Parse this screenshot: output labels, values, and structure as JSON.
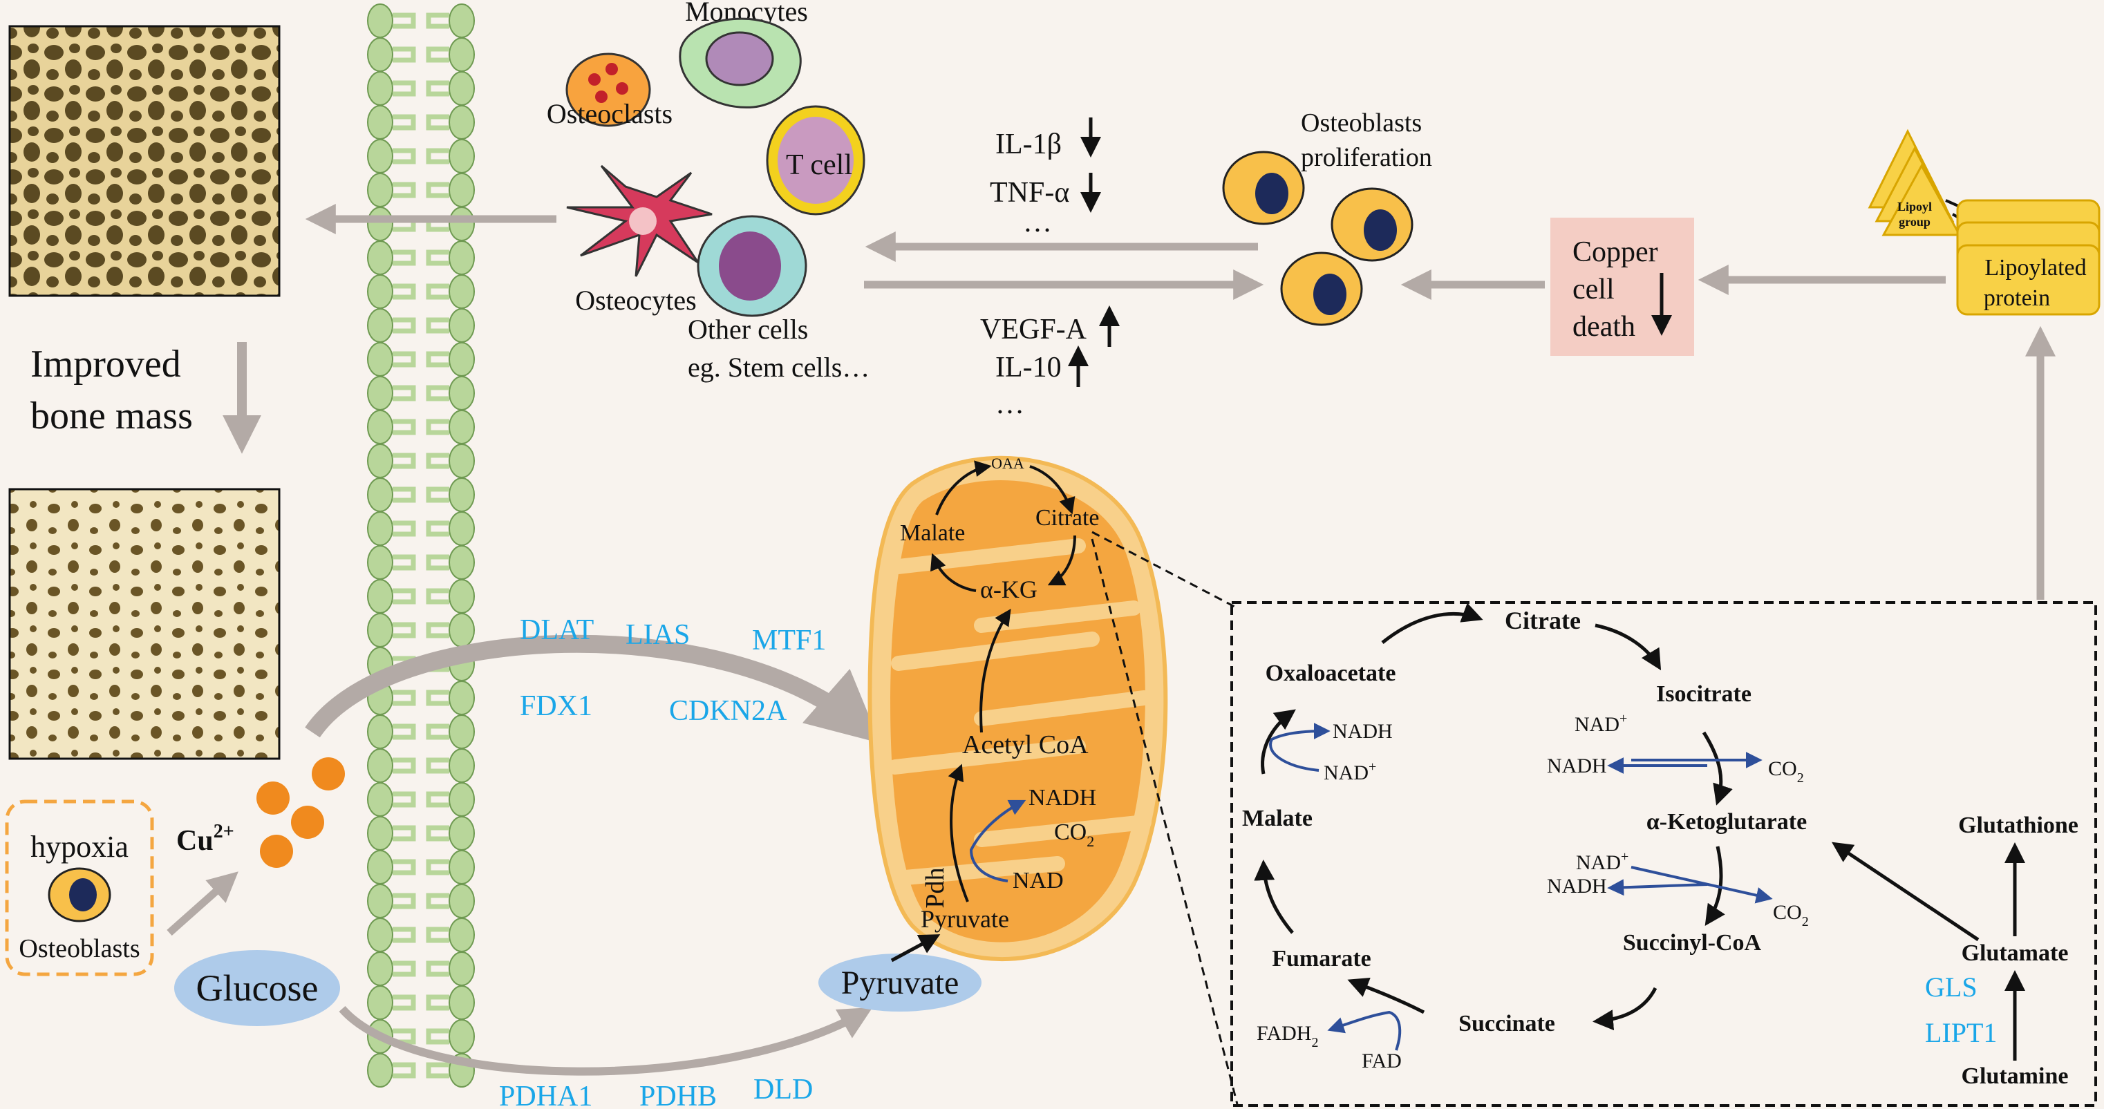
{
  "left": {
    "improved_bone_mass_line1": "Improved",
    "improved_bone_mass_line2": "bone mass",
    "hypoxia": "hypoxia",
    "osteoblasts": "Osteoblasts",
    "cu": "Cu",
    "cu_sup": "2+",
    "glucose": "Glucose"
  },
  "cells": {
    "monocytes": "Monocytes",
    "osteoclasts": "Osteoclasts",
    "t_cell": "T cell",
    "osteocytes": "Osteocytes",
    "other_cells_line1": "Other cells",
    "other_cells_line2": "eg. Stem cells…"
  },
  "cytokines": {
    "down1": "IL-1β",
    "down2": "TNF-α",
    "down_more": "…",
    "up1": "VEGF-A",
    "up2": "IL-10",
    "up_more": "…"
  },
  "right": {
    "osteoblasts_prolif_line1": "Osteoblasts",
    "osteoblasts_prolif_line2": "proliferation",
    "copper_line1": "Copper",
    "copper_line2": "cell",
    "copper_line3": "death",
    "lipoyl_line1": "Lipoyl",
    "lipoyl_line2": "group",
    "lipoylated_line1": "Lipoylated",
    "lipoylated_line2": "protein"
  },
  "genes": {
    "dlat": "DLAT",
    "lias": "LIAS",
    "mtf1": "MTF1",
    "fdx1": "FDX1",
    "cdkn2a": "CDKN2A",
    "pdha1": "PDHA1",
    "pdhb": "PDHB",
    "dld": "DLD",
    "gls": "GLS",
    "lipt1": "LIPT1"
  },
  "mito": {
    "oaa": "OAA",
    "citrate": "Citrate",
    "malate": "Malate",
    "akg": "α-KG",
    "acetyl_coa": "Acetyl CoA",
    "nadh": "NADH",
    "co2": "CO",
    "co2_sub": "2",
    "pdh": "Pdh",
    "nad": "NAD",
    "pyruvate_inner": "Pyruvate",
    "pyruvate_outer": "Pyruvate"
  },
  "cycle": {
    "citrate": "Citrate",
    "oxaloacetate": "Oxaloacetate",
    "isocitrate": "Isocitrate",
    "nad_plus": "NAD",
    "plus": "+",
    "nadh": "NADH",
    "co2": "CO",
    "co2_sub": "2",
    "akg": "α-Ketoglutarate",
    "malate": "Malate",
    "succinyl_coa": "Succinyl-CoA",
    "fumarate": "Fumarate",
    "succinate": "Succinate",
    "fadh2": "FADH",
    "fadh2_sub": "2",
    "fad": "FAD",
    "glutathione": "Glutathione",
    "glutamate": "Glutamate",
    "glutamine": "Glutamine"
  },
  "colors": {
    "background": "#f8f3ee",
    "gene_blue": "#1aa6e8",
    "arrow_grey": "#b3aaa6",
    "mito_orange": "#f4a640",
    "copper_box": "#f4cdc4",
    "lipoyl_yellow": "#f8d146"
  }
}
